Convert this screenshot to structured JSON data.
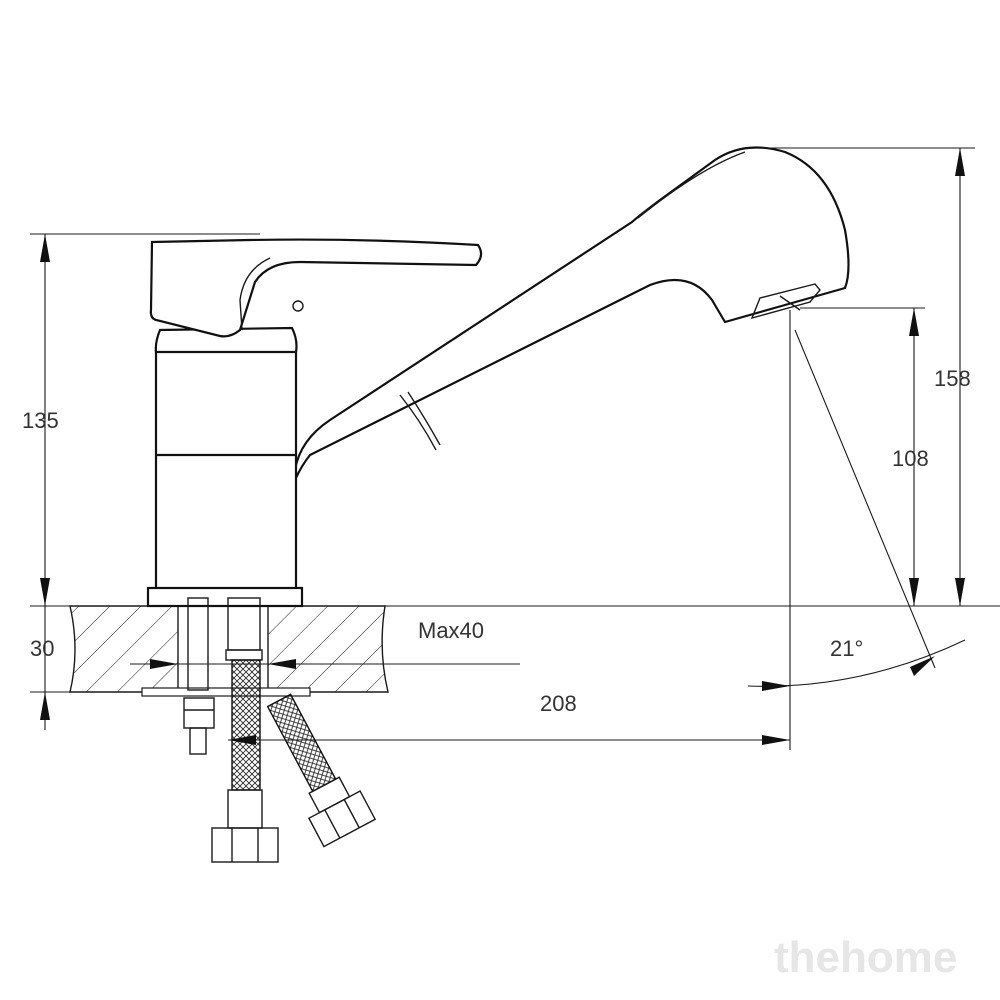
{
  "dimensions": {
    "height_total": "158",
    "height_lever": "135",
    "height_spout": "108",
    "countertop_thickness": "30",
    "max_countertop": "Max40",
    "spout_reach": "208",
    "swivel_angle": "21°"
  },
  "watermark": "thehome"
}
